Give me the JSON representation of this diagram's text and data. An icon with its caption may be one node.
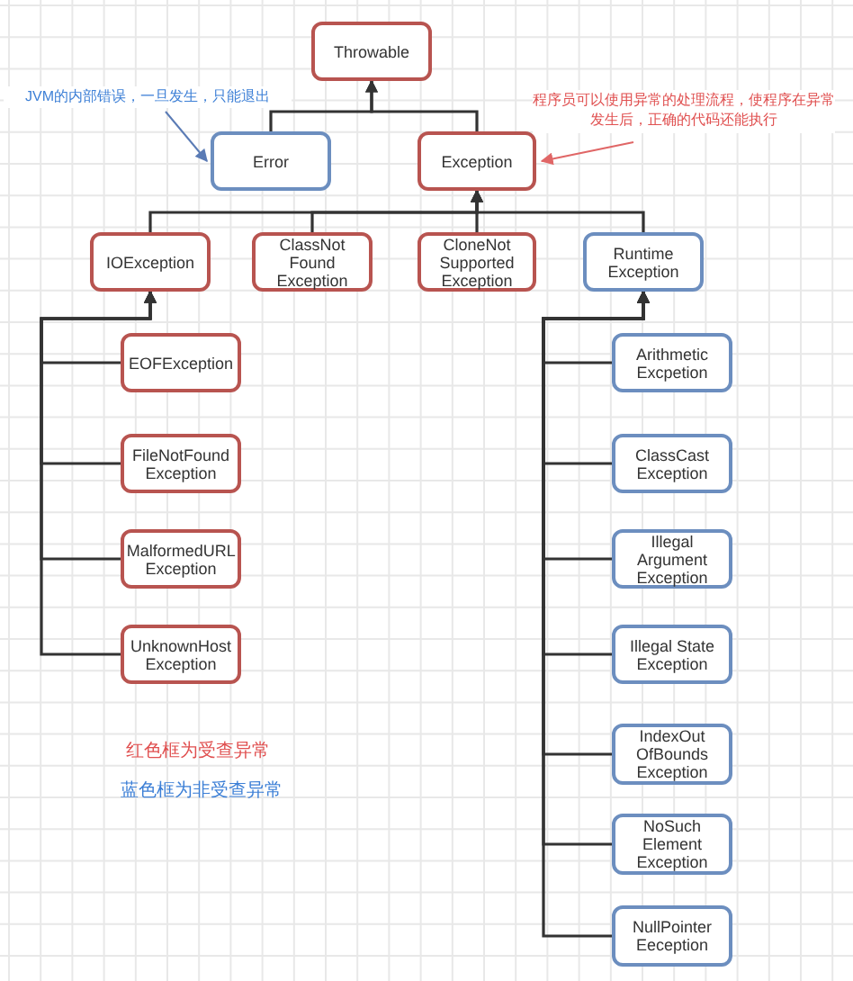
{
  "diagram": {
    "nodes": [
      {
        "text": [
          "Throwable"
        ]
      },
      {
        "text": [
          "Error"
        ]
      },
      {
        "text": [
          "Exception"
        ]
      },
      {
        "text": [
          "IOException"
        ]
      },
      {
        "text": [
          "ClassNot Found Exception"
        ]
      },
      {
        "text": [
          "CloneNot Supported Exception"
        ]
      },
      {
        "text": [
          "Runtime Exception"
        ]
      },
      {
        "text": [
          "EOFException"
        ]
      },
      {
        "text": [
          "FileNotFound Exception"
        ]
      },
      {
        "text": [
          "MalformedURL Exception"
        ]
      },
      {
        "text": [
          "UnknownHost Exception"
        ]
      },
      {
        "text": [
          "Arithmetic Excpetion"
        ]
      },
      {
        "text": [
          "ClassCast Exception"
        ]
      },
      {
        "text": [
          "Illegal Argument Exception"
        ]
      },
      {
        "text": [
          "Illegal State Exception"
        ]
      },
      {
        "text": [
          "IndexOut OfBounds Exception"
        ]
      },
      {
        "text": [
          "NoSuch Element Exception"
        ]
      },
      {
        "text": [
          "NullPointer Eeception"
        ]
      },
      {
        "text": [
          "JVM的内部错误，一旦发生，只能退出"
        ]
      },
      {
        "text": [
          "程序员可以使用异常的处理流程，使程序在异常发生后，正确的代码还能执行"
        ]
      }
    ],
    "edges": [
      {
        "from": 1,
        "to": 0,
        "arrow": "to"
      },
      {
        "from": 2,
        "to": 0,
        "arrow": "to"
      },
      {
        "from": 3,
        "to": 2,
        "arrow": "to"
      },
      {
        "from": 4,
        "to": 2,
        "arrow": "to"
      },
      {
        "from": 5,
        "to": 2,
        "arrow": "to"
      },
      {
        "from": 6,
        "to": 2,
        "arrow": "to"
      },
      {
        "from": 7,
        "to": 3,
        "arrow": "to"
      },
      {
        "from": 8,
        "to": 3,
        "arrow": "to"
      },
      {
        "from": 9,
        "to": 3,
        "arrow": "to"
      },
      {
        "from": 10,
        "to": 3,
        "arrow": "to"
      },
      {
        "from": 11,
        "to": 6,
        "arrow": "to"
      },
      {
        "from": 12,
        "to": 6,
        "arrow": "to"
      },
      {
        "from": 13,
        "to": 6,
        "arrow": "to"
      },
      {
        "from": 14,
        "to": 6,
        "arrow": "to"
      },
      {
        "from": 15,
        "to": 6,
        "arrow": "to"
      },
      {
        "from": 16,
        "to": 6,
        "arrow": "to"
      },
      {
        "from": 17,
        "to": 6,
        "arrow": "to"
      },
      {
        "from": 18,
        "to": 1,
        "arrow": "to",
        "color": "#5a7bb5"
      },
      {
        "from": 19,
        "to": 2,
        "arrow": "to",
        "color": "#e06666"
      }
    ],
    "labels": [
      "红色框为受查异常",
      "蓝色框为非受查异常"
    ]
  }
}
